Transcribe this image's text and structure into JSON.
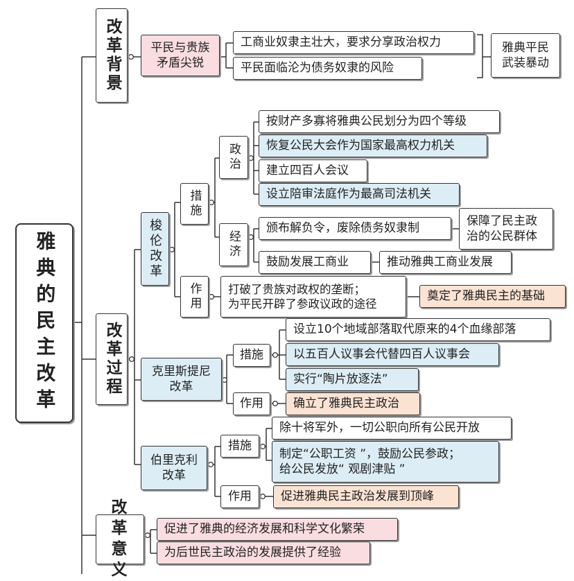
{
  "title": "雅典的民主改革",
  "background": {
    "label": "改革背景",
    "cause": "平民与贵族\n矛盾尖锐",
    "points": [
      "工商业奴隶主壮大，要求分享政治权力",
      "平民面临沦为债务奴隶的风险"
    ],
    "result": "雅典平民\n武装暴动"
  },
  "process": {
    "label": "改革过程",
    "solon": {
      "name": "梭伦改革",
      "measures_label": "措施",
      "politics_label": "政治",
      "politics": [
        "按财产多寡将雅典公民划分为四个等级",
        "恢复公民大会作为国家最高权力机关",
        "建立四百人会议",
        "设立陪审法庭作为最高司法机关"
      ],
      "economy_label": "经济",
      "economy": [
        "颁布解负令，废除债务奴隶制",
        "鼓励发展工商业"
      ],
      "economy_effects": [
        "保障了民主政\n治的公民群体",
        "推动雅典工商业发展"
      ],
      "effect_label": "作用",
      "effect": "打破了贵族对政权的垄断；\n为平民开辟了参政议政的途径",
      "effect_result": "奠定了雅典民主的基础"
    },
    "cleisthenes": {
      "name": "克里斯提尼\n改革",
      "measures_label": "措施",
      "measures": [
        "设立10个地域部落取代原来的4个血缘部落",
        "以五百人议事会代替四百人议事会",
        "实行“陶片放逐法”"
      ],
      "effect_label": "作用",
      "effect": "确立了雅典民主政治"
    },
    "pericles": {
      "name": "伯里克利\n改革",
      "measures_label": "措施",
      "measures": [
        "除十将军外，一切公职向所有公民开放",
        "制定“公职工资 ”，鼓励公民参政；\n给公民发放“ 观剧津贴 ”"
      ],
      "effect_label": "作用",
      "effect": "促进雅典民主政治发展到顶峰"
    }
  },
  "significance": {
    "label": "改革\n意义",
    "points": [
      "促进了雅典的经济发展和科学文化繁荣",
      "为后世民主政治的发展提供了经验"
    ]
  }
}
